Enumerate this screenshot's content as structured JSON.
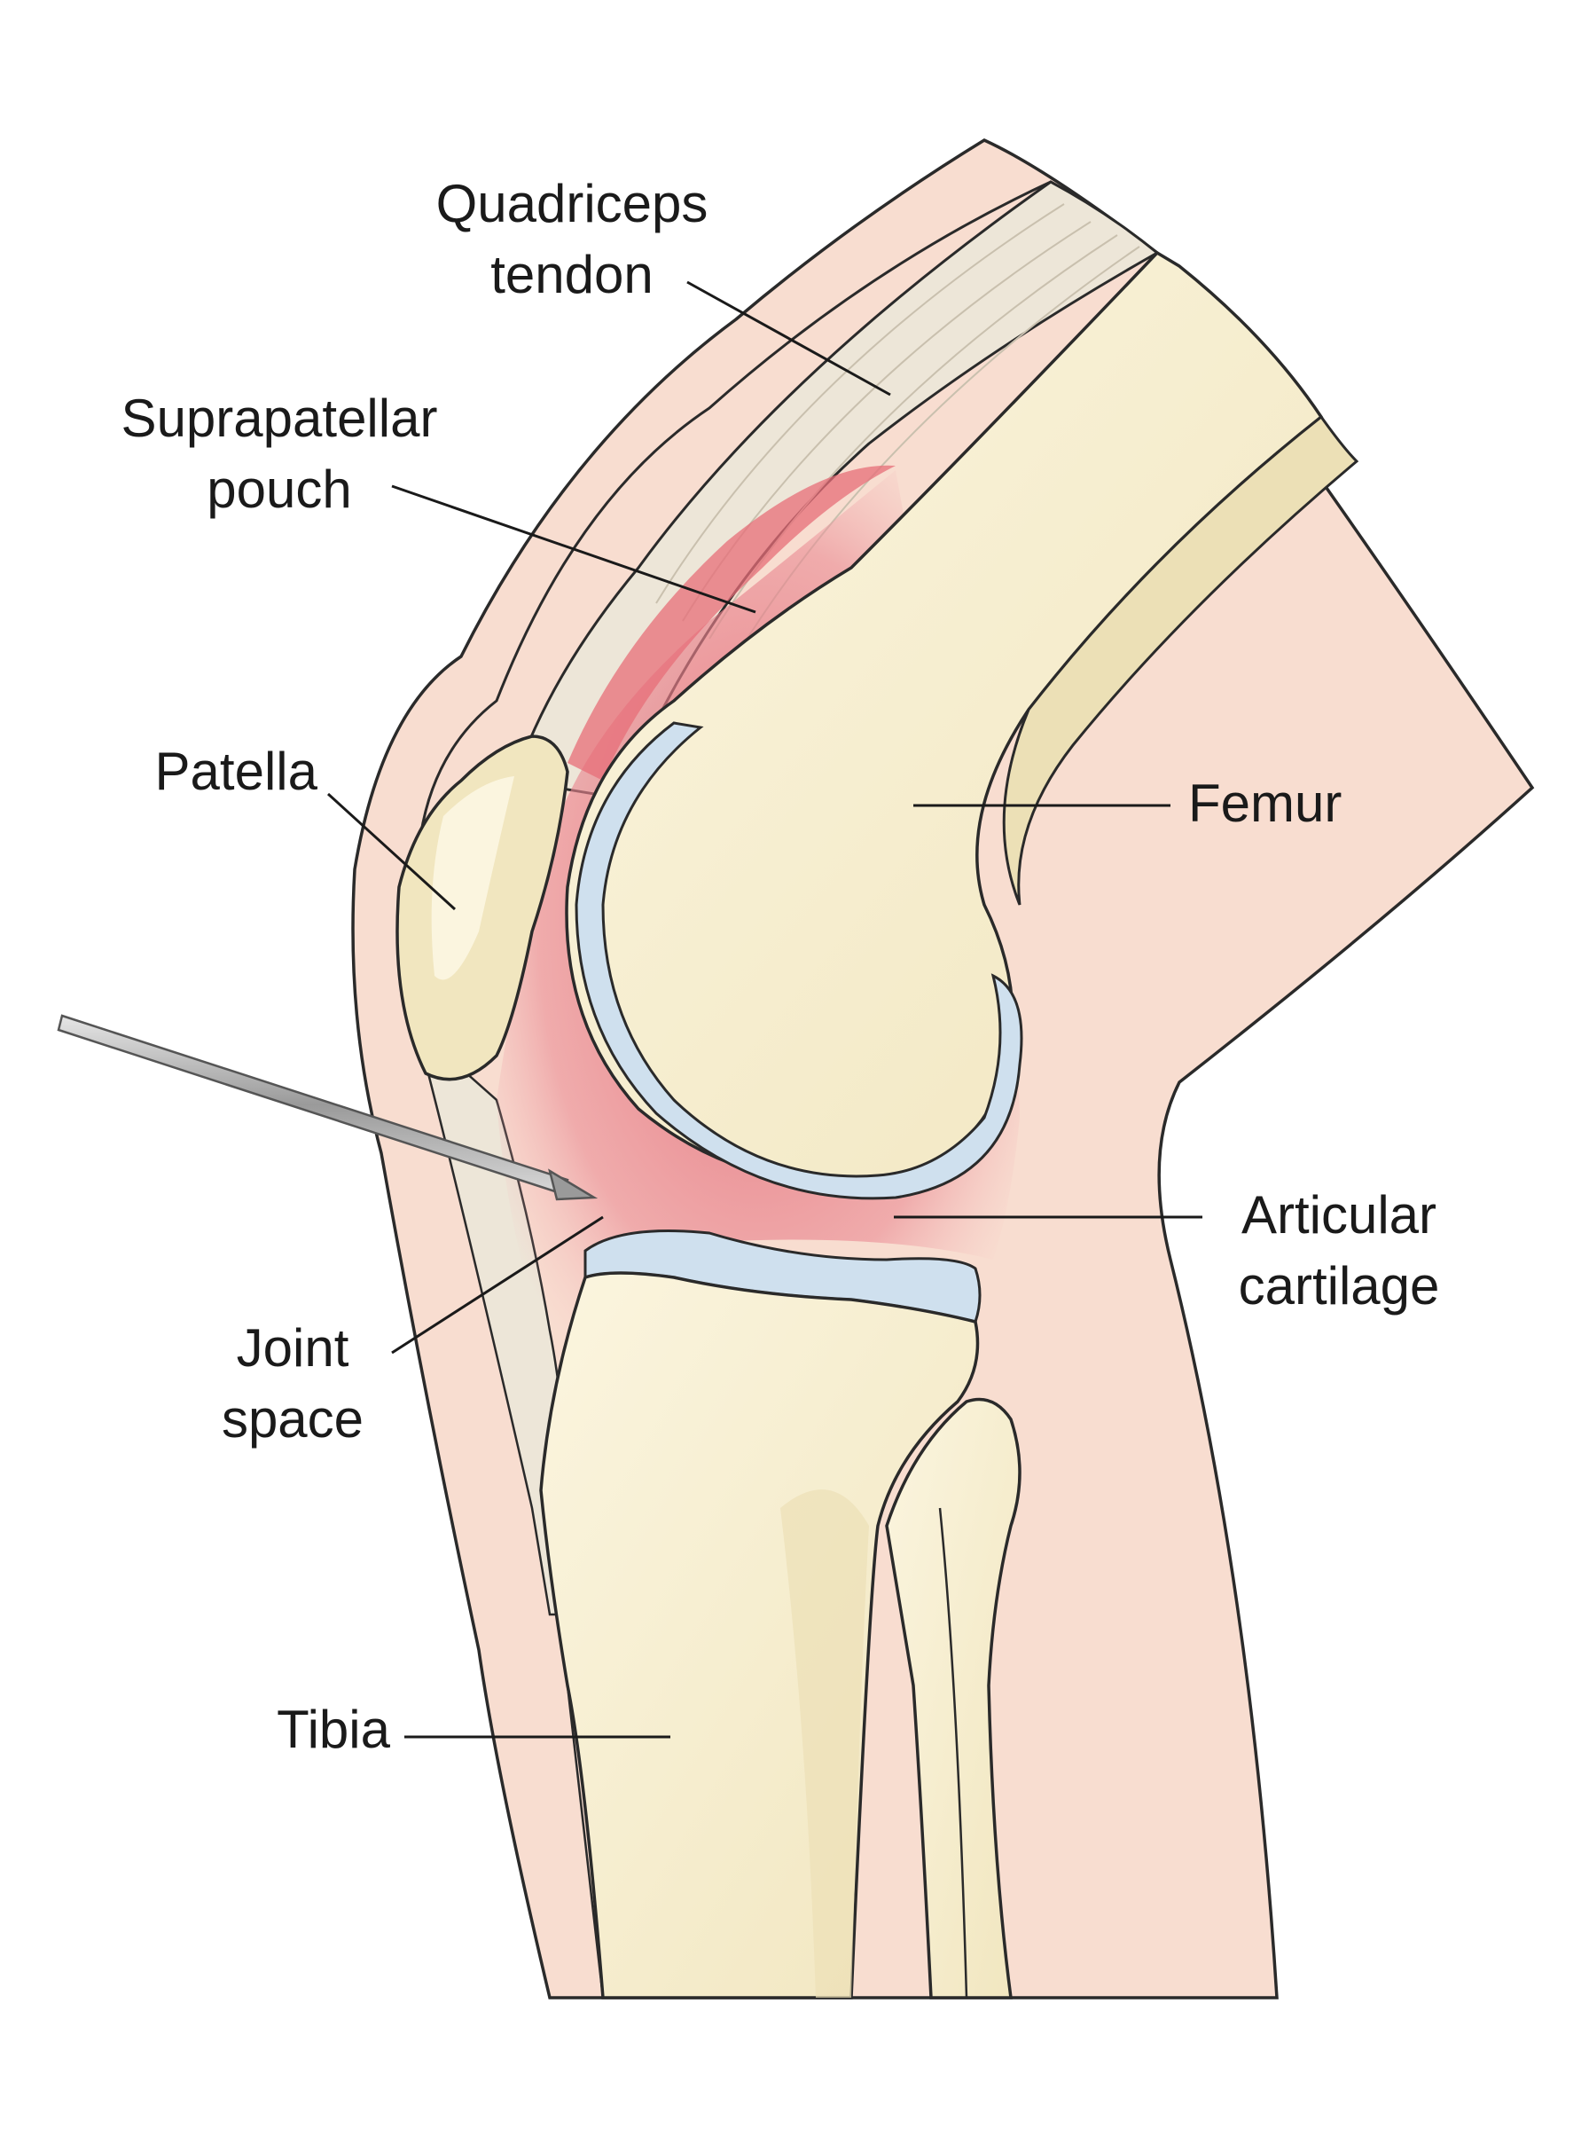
{
  "labels": {
    "quadriceps_tendon": [
      "Quadriceps",
      "tendon"
    ],
    "suprapatellar_pouch": [
      "Suprapatellar",
      "pouch"
    ],
    "patella": [
      "Patella"
    ],
    "femur": [
      "Femur"
    ],
    "articular_cartilage": [
      "Articular",
      "cartilage"
    ],
    "joint_space": [
      "Joint",
      "space"
    ],
    "tibia": [
      "Tibia"
    ]
  },
  "colors": {
    "skin": "#f8ddd0",
    "tendon": "#ede6d8",
    "bone": "#f9f1d6",
    "bone_shadow": "#ece0b6",
    "cartilage": "#cfe0ee",
    "inflamed": "#e8808a",
    "outline": "#2a2a2a",
    "needle": "#b8b8b8"
  }
}
